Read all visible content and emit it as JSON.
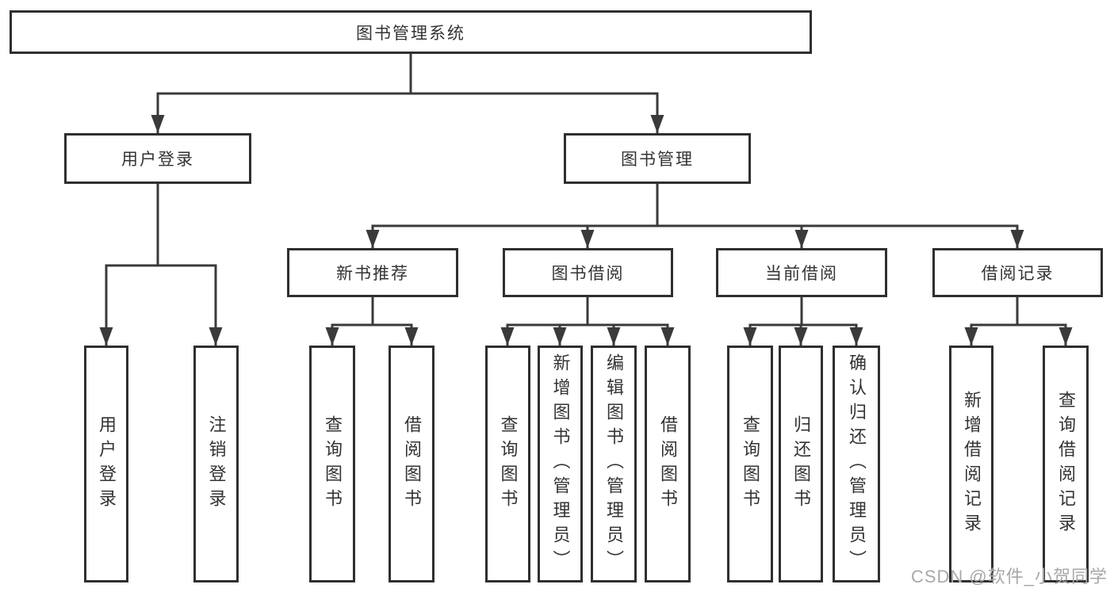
{
  "tree": {
    "root": {
      "label": "图书管理系统"
    },
    "children": [
      {
        "label": "用户登录",
        "children": [
          {
            "label": "用户登录"
          },
          {
            "label": "注销登录"
          }
        ]
      },
      {
        "label": "图书管理",
        "children": [
          {
            "label": "新书推荐",
            "children": [
              {
                "label": "查询图书"
              },
              {
                "label": "借阅图书"
              }
            ]
          },
          {
            "label": "图书借阅",
            "children": [
              {
                "label": "查询图书"
              },
              {
                "label": "新增图书（管理员）"
              },
              {
                "label": "编辑图书（管理员）"
              },
              {
                "label": "借阅图书"
              }
            ]
          },
          {
            "label": "当前借阅",
            "children": [
              {
                "label": "查询图书"
              },
              {
                "label": "归还图书"
              },
              {
                "label": "确认归还（管理员）"
              }
            ]
          },
          {
            "label": "借阅记录",
            "children": [
              {
                "label": "新增借阅记录"
              },
              {
                "label": "查询借阅记录"
              }
            ]
          }
        ]
      }
    ]
  },
  "watermark": {
    "text": "CSDN @软件_小贺同学",
    "color": "#a8a8a8"
  },
  "colors": {
    "line": "#3a3a3a",
    "border": "#2f2f2f",
    "text": "#333333",
    "background": "#ffffff"
  }
}
